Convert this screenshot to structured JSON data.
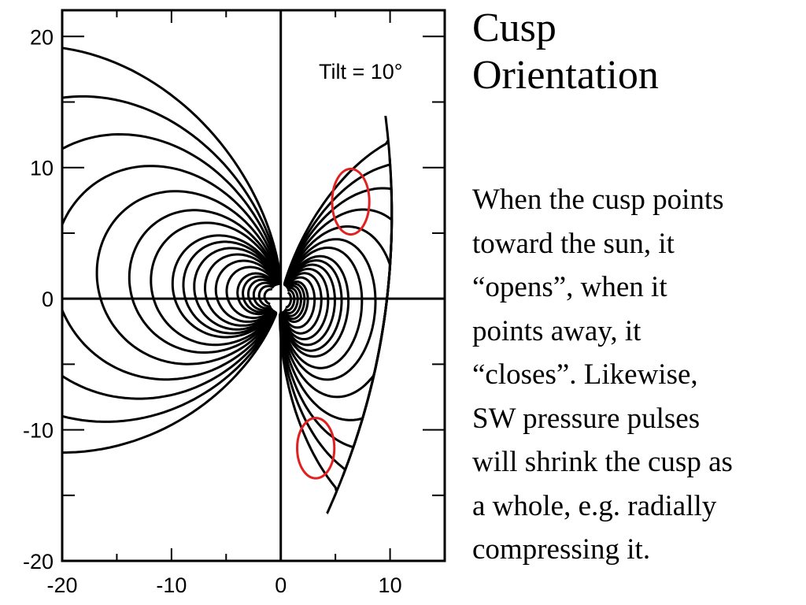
{
  "slide": {
    "title_lines": [
      "Cusp",
      "Orientation"
    ],
    "body_lines": [
      "When the cusp points",
      "toward the sun, it",
      "“opens”, when it",
      "points away, it",
      "“closes”. Likewise,",
      "SW pressure pulses",
      "will shrink the cusp as",
      "a whole, e.g. radially",
      "compressing it."
    ]
  },
  "chart_data": {
    "type": "line",
    "title": "",
    "annotation": "Tilt = 10°",
    "xlim": [
      -20,
      15
    ],
    "ylim": [
      -20,
      22
    ],
    "x_ticks": [
      -20,
      -10,
      0,
      10
    ],
    "y_ticks": [
      20,
      10,
      0,
      -10,
      -20
    ],
    "x_tick_labels": [
      "-20",
      "-10",
      "0",
      "10"
    ],
    "y_tick_labels": [
      "20",
      "10",
      "0",
      "-10",
      "-20"
    ],
    "axis_lines": {
      "x": 0,
      "y": 0
    },
    "field_line_scales": [
      1.5,
      2,
      2.5,
      3,
      3.5,
      4,
      5,
      6,
      7,
      8,
      9,
      10,
      12,
      14,
      17,
      21,
      26,
      32,
      40
    ],
    "magnetopause_nose_x": 9.6,
    "highlight_ellipses": [
      {
        "name": "northern cusp",
        "center": [
          6.4,
          7.4
        ],
        "rx": 1.7,
        "ry": 2.5,
        "color": "#e32020"
      },
      {
        "name": "southern cusp",
        "center": [
          3.2,
          -11.4
        ],
        "rx": 1.7,
        "ry": 2.3,
        "color": "#e32020"
      }
    ],
    "line_color": "#000000"
  }
}
